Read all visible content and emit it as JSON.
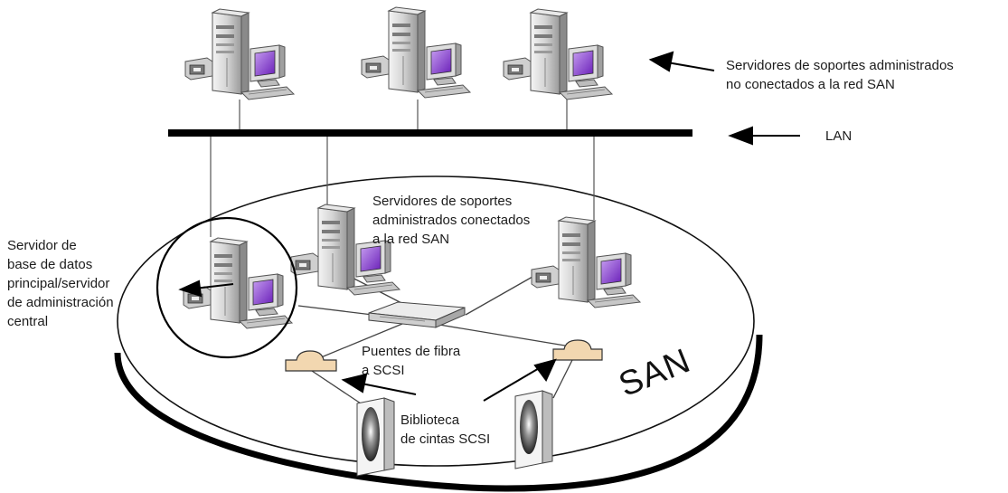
{
  "labels": {
    "offsan_servers": [
      "Servidores de soportes administrados",
      "no conectados a la red SAN"
    ],
    "lan": "LAN",
    "san_servers": [
      "Servidores de soportes",
      "administrados conectados",
      "a la red SAN"
    ],
    "master_server": [
      "Servidor de",
      "base de datos",
      "principal/servidor",
      "de administración",
      "central"
    ],
    "bridges": [
      "Puentes de fibra",
      "a SCSI"
    ],
    "library": [
      "Biblioteca",
      "de cintas SCSI"
    ],
    "san": "SAN"
  },
  "icons": {
    "server": "server-tower-with-monitor-icon",
    "switch": "fibre-channel-switch-icon",
    "bridge": "fibre-to-scsi-bridge-icon",
    "library": "tape-library-icon"
  },
  "colors": {
    "tower": "#d9d9d9",
    "monitor_screen": "#8a3fd0",
    "bridge": "#f2d7b0",
    "line": "#444444",
    "lan_bar": "#000000"
  }
}
